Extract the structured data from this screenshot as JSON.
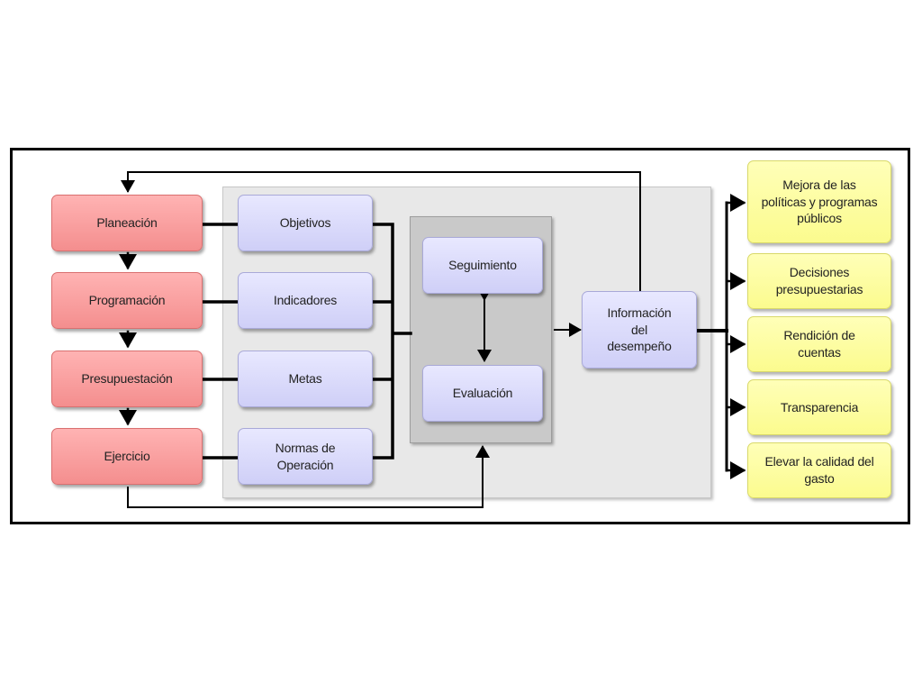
{
  "process_steps": [
    {
      "label": "Planeación"
    },
    {
      "label": "Programación"
    },
    {
      "label": "Presupuestación"
    },
    {
      "label": "Ejercicio"
    }
  ],
  "elements": [
    {
      "label": "Objetivos"
    },
    {
      "label": "Indicadores"
    },
    {
      "label": "Metas"
    },
    {
      "label": "Normas de Operación"
    }
  ],
  "evaluation": {
    "seguimiento": "Seguimiento",
    "evaluacion": "Evaluación"
  },
  "performance_info": "Información del desempeño",
  "outcomes": [
    {
      "label": "Mejora de las políticas y programas públicos"
    },
    {
      "label": "Decisiones presupuestarias"
    },
    {
      "label": "Rendición de cuentas"
    },
    {
      "label": "Transparencia"
    },
    {
      "label": "Elevar la calidad del gasto"
    }
  ],
  "colors": {
    "process": "#f7a0a0",
    "element": "#dadafb",
    "outcome": "#fdfda0",
    "panel": "#e8e8e8",
    "inner_panel": "#c9c9c9",
    "connector": "#000000"
  }
}
